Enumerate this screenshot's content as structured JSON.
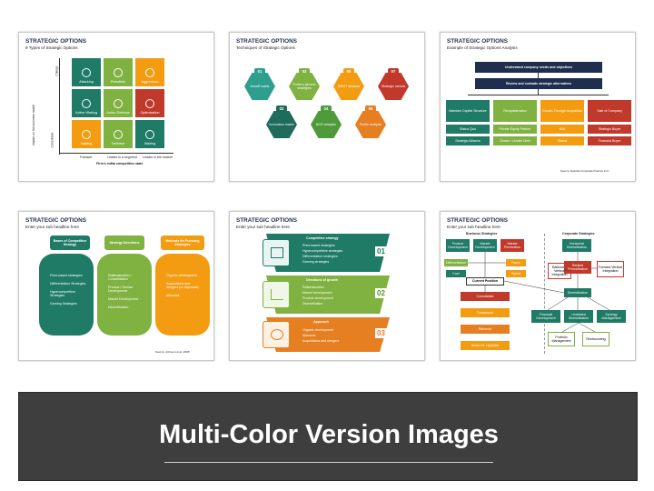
{
  "slide1": {
    "title": "STRATEGIC OPTIONS",
    "subtitle": "9 Types of Strategic Options",
    "yaxis_label": "Impact on the business model",
    "y_levels": [
      "Change",
      "Consolidate"
    ],
    "cells": [
      "Attacking",
      "Rebuttals",
      "Aggression",
      "Active Waiting",
      "Active Defense",
      "Optimization",
      "Waiting",
      "Defense",
      "Waiting"
    ],
    "x_levels": [
      "Follower",
      "Leader in a segment",
      "Leader in the market"
    ],
    "xaxis_label": "Firm's initial competitive state"
  },
  "slide2": {
    "title": "STRATEGIC OPTIONS",
    "subtitle": "Techniques of Strategic Options",
    "hexes": [
      {
        "num": "01",
        "label": "Ansoff matrix",
        "color": "#2e9e8f"
      },
      {
        "num": "02",
        "label": "Innovation matrix",
        "color": "#1f6b5c"
      },
      {
        "num": "03",
        "label": "Porter's generic strategies",
        "color": "#7fb241"
      },
      {
        "num": "04",
        "label": "BCG analysis",
        "color": "#4f9a3a"
      },
      {
        "num": "05",
        "label": "SWOT analysis",
        "color": "#f39c12"
      },
      {
        "num": "06",
        "label": "Pestle analysis",
        "color": "#e67e22"
      },
      {
        "num": "07",
        "label": "Strategic canvas",
        "color": "#c0392b"
      }
    ]
  },
  "slide3": {
    "title": "STRATEGIC OPTIONS",
    "subtitle": "Example of Strategic Options Analysis",
    "top1": "Understand company needs and objectives",
    "top2": "Review and evaluate strategic alternatives",
    "columns": [
      {
        "head": "Maintain Capital Structure",
        "items": [
          "Status Quo",
          "Strategic Alliance"
        ],
        "color": "#1f7a66"
      },
      {
        "head": "Recapitalization",
        "items": [
          "Private Equity Partner",
          "Dealer / Lender Debt"
        ],
        "color": "#7fb241"
      },
      {
        "head": "Growth Through Acquisition",
        "items": [
          "M/A",
          "Global"
        ],
        "color": "#f39c12"
      },
      {
        "head": "Sale of Company",
        "items": [
          "Strategic Buyer",
          "Financial Buyer"
        ],
        "color": "#c0392b"
      }
    ],
    "source": "Source: Deloitte Corporate Finance LLC"
  },
  "slide4": {
    "title": "STRATEGIC OPTIONS",
    "subtitle": "Enter your sub headline here",
    "cards": [
      {
        "head": "Bases of Competitive Strategy",
        "items": [
          "Price-based strategies",
          "Differentiation Strategies",
          "Hypercompetitive Strategies",
          "Gaming Strategies"
        ],
        "color": "#1f7a66"
      },
      {
        "head": "Strategy Directions",
        "items": [
          "Rationalization / Consolidation",
          "Product / Service Development",
          "Market Development",
          "Diversification"
        ],
        "color": "#7fb241"
      },
      {
        "head": "Methods for Pursuing Strategies",
        "items": [
          "Organic development",
          "Acquisitions and mergers (or disposals)",
          "Alliances"
        ],
        "color": "#f39c12"
      }
    ],
    "source": "Source: Johnson et al. 2008"
  },
  "slide5": {
    "title": "STRATEGIC OPTIONS",
    "subtitle": "Enter your sub headline here",
    "rows": [
      {
        "num": "01",
        "head": "Competitive strategy",
        "items": [
          "Price-based strategies",
          "Hypercompetitive strategies",
          "Differentiation strategies",
          "Gaming strategies"
        ],
        "color": "#1f7a66"
      },
      {
        "num": "02",
        "head": "Directions of growth",
        "items": [
          "Rationalization",
          "Market development",
          "Product development",
          "Diversification"
        ],
        "color": "#7fb241"
      },
      {
        "num": "03",
        "head": "Approach",
        "items": [
          "Organic development",
          "Alliances",
          "Acquisitions and mergers"
        ],
        "color": "#e67e22"
      }
    ]
  },
  "slide6": {
    "title": "STRATEGIC OPTIONS",
    "subtitle": "Enter your sub headline here",
    "business_label": "Business Strategies",
    "corporate_label": "Corporate Strategies",
    "business": [
      "Product Development",
      "Market Development",
      "Market Penetration",
      "Differentiation",
      "Focus",
      "Cost",
      "Hybrid"
    ],
    "center": "Current Position",
    "stack": [
      "Consolidate",
      "Turnaround",
      "Retrench",
      "Divest Or Liquidate"
    ],
    "corporate": [
      "Horizontal Diversification",
      "Backward Vertical Integration",
      "Related Diversification",
      "Forward Vertical Integration",
      "Diversification",
      "Financial Development",
      "Unrelated Diversification",
      "Synergy Management",
      "Portfolio Management",
      "Restructuring"
    ]
  },
  "footer": {
    "title": "Multi-Color Version Images"
  }
}
